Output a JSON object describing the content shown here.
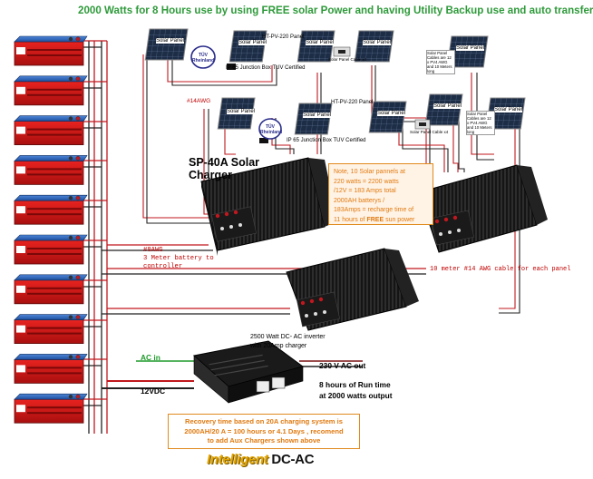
{
  "title": "2000 Watts for 8 Hours use by using FREE solar Power and having Utility Backup use and auto transfer",
  "solar_panel_label": "Solar Panel",
  "panels": {
    "pv_top": "HT-PV-220 Panel",
    "pv_mid": "HT-PV-220 Panel",
    "junction_top": "IP 65 Junction Box TUV Certified",
    "junction_mid": "IP 65 Junction Box TUV Certified",
    "tuv_top": "TÜV Rheinland",
    "tuv_mid": "TÜV Rheinland",
    "side_note_top": "Solar Panel Cables are 12 x PV4 AWG and 10 Meters long",
    "side_note_mid": "Solar Panel Cables are 12 x PV4 AWG and 10 Meters long",
    "connector_caption": "Solar Panel Cable x4"
  },
  "wire_14awg": "#14AWG",
  "charger_title_line1": "SP-40A Solar",
  "charger_title_line2": "Charger",
  "note_lines": [
    "Note, 10 Solar  pannels at",
    "220 watts = 2200 watts",
    "/12V = 183 Amps total",
    "2000AH batterys /",
    "183Amps = recharge time of"
  ],
  "note_last_pre": "11 hours of ",
  "note_last_free": "FREE",
  "note_last_post": " sun power",
  "battery_wire": {
    "line1": "#8AWG",
    "line2": "3 Meter battery to",
    "line3": "controller"
  },
  "panel_cable_note": "10 meter #14 AWG cable for each panel",
  "inverter_caption_line1": "2500 Watt DC- AC inverter",
  "inverter_caption_line2": "with 20Amp charger",
  "ac_in": "AC in",
  "dc_label": "12VDC",
  "ac_out": "230 V AC out",
  "runtime_line1": "8 hours of Run time",
  "runtime_line2": "at 2000 watts output",
  "recovery_lines": [
    "Recovery time based on 20A charging system is",
    "2000AH/20 A = 100 hours or 4.1 Days , recomend",
    "to add Aux Chargers shown above"
  ],
  "logo_part1": "Intelligent",
  "logo_part2": " DC-AC",
  "battery_count": 10
}
